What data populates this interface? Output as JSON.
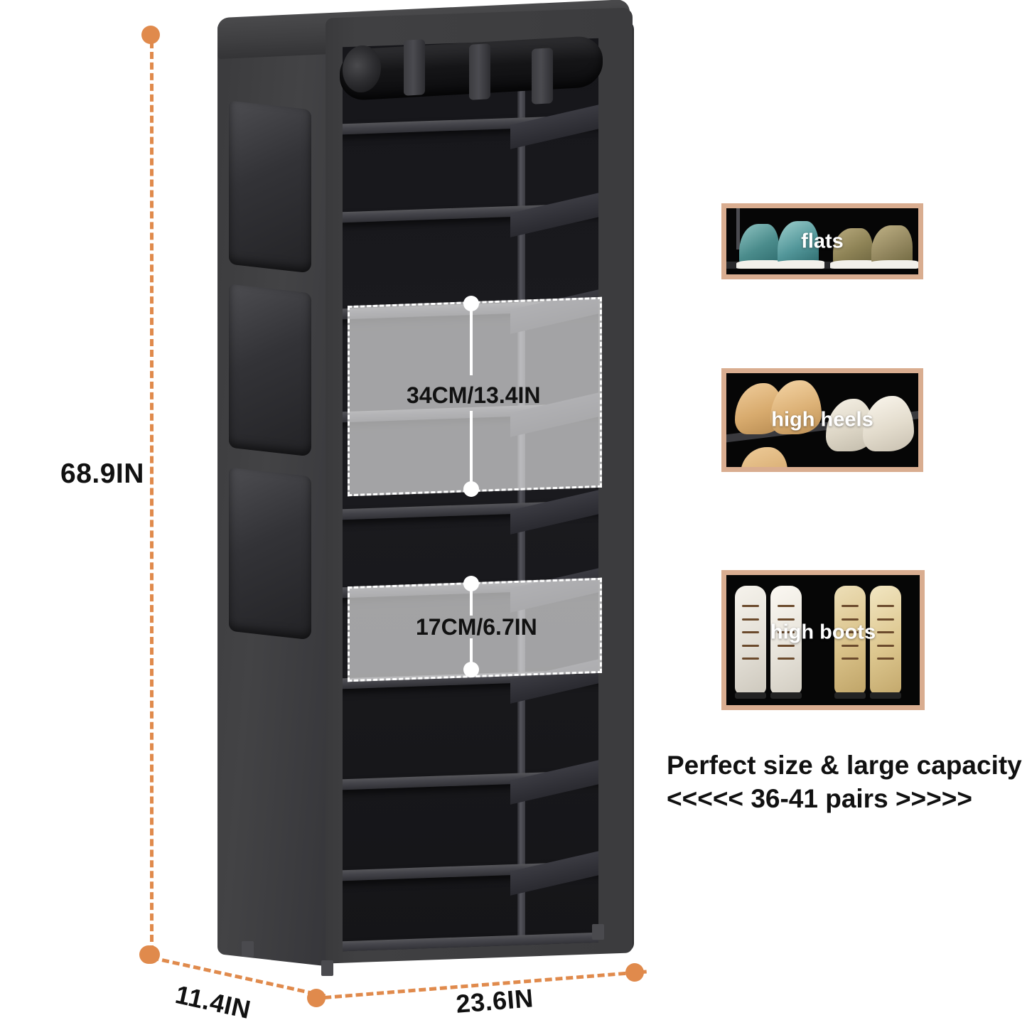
{
  "product": {
    "type": "10-tier fabric-covered shoe rack",
    "color_hex": "#3a3a3c"
  },
  "dimensions": {
    "height_label": "68.9IN",
    "depth_label": "11.4IN",
    "width_label": "23.6IN",
    "accent_hex": "#e08a4c"
  },
  "shelf_measurements": [
    {
      "id": "tall-tier",
      "label": "34CM/13.4IN"
    },
    {
      "id": "short-tier",
      "label": "17CM/6.7IN"
    }
  ],
  "usage_cards": [
    {
      "id": "flats",
      "label": "flats",
      "frame_hex": "#d9ad90"
    },
    {
      "id": "high-heels",
      "label": "high heels",
      "frame_hex": "#d9ad90"
    },
    {
      "id": "high-boots",
      "label": "high boots",
      "frame_hex": "#d9ad90"
    }
  ],
  "capacity": {
    "headline": "Perfect size & large capacity",
    "subline": "<<<<<  36-41 pairs  >>>>>"
  }
}
